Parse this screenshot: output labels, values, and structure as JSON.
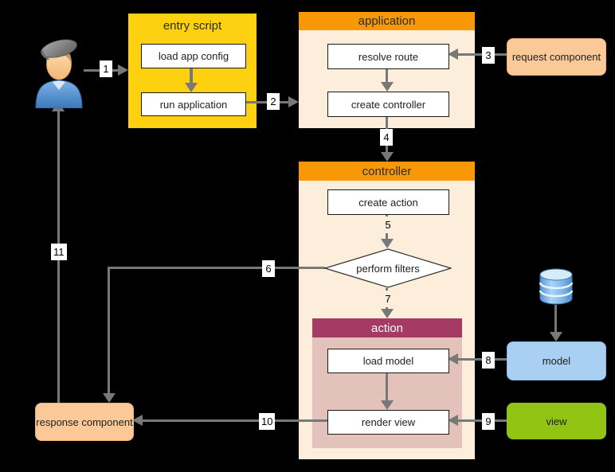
{
  "colors": {
    "bg": "#000000",
    "yellow": "#FED110",
    "orange": "#F89806",
    "cream": "#FCEEDA",
    "berry": "#A53A64",
    "pink": "#E3C2BC",
    "blue": "#A9CFF2",
    "blueborder": "#85B7E2",
    "green": "#92C413",
    "peach": "#FBC998",
    "peachborder": "#EFB27A",
    "arrow": "#787878",
    "ink": "#2b2b2b"
  },
  "entry_script": {
    "title": "entry script",
    "load_config": "load app config",
    "run_app": "run application"
  },
  "application": {
    "title": "application",
    "resolve_route": "resolve route",
    "create_controller": "create controller"
  },
  "controller": {
    "title": "controller",
    "create_action": "create action",
    "perform_filters": "perform filters"
  },
  "action_block": {
    "title": "action",
    "load_model": "load model",
    "render_view": "render view"
  },
  "request_component": {
    "label": "request component"
  },
  "response_component": {
    "label": "response component"
  },
  "model": {
    "label": "model"
  },
  "view": {
    "label": "view"
  },
  "icons": {
    "user": "user-icon",
    "database": "database-icon"
  },
  "steps": {
    "s1": "1",
    "s2": "2",
    "s3": "3",
    "s4": "4",
    "s5": "5",
    "s6": "6",
    "s7": "7",
    "s8": "8",
    "s9": "9",
    "s10": "10",
    "s11": "11"
  }
}
